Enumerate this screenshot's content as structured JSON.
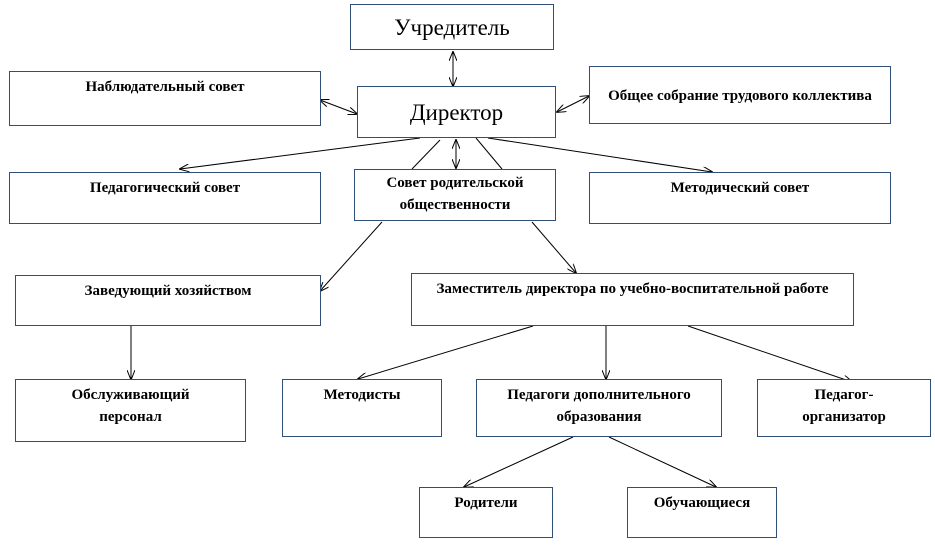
{
  "nodes": {
    "founder": "Учредитель",
    "director": "Директор",
    "supervisory_board": "Наблюдательный совет",
    "general_meeting": "Общее собрание трудового коллектива",
    "pedagogical_council": "Педагогический совет",
    "parent_council": "Совет родительской общественности",
    "methodical_council": "Методический совет",
    "household_manager": "Заведующий хозяйством",
    "deputy_director": "Заместитель директора по учебно-воспитательной работе",
    "service_staff": "Обслуживающий персонал",
    "methodists": "Методисты",
    "additional_teachers": "Педагоги дополнительного образования",
    "teacher_organizer": "Педагог-организатор",
    "parents": "Родители",
    "students": "Обучающиеся"
  },
  "colors": {
    "box_border": "#2f4f77",
    "line": "#000000"
  }
}
